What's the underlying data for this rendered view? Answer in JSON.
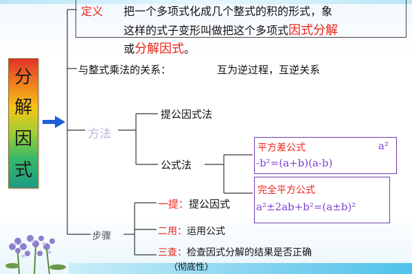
{
  "title_chars": [
    "分",
    "解",
    "因",
    "式"
  ],
  "definition": {
    "label": "定义",
    "line1": "把一个多项式化成几个整式的积的形式，象",
    "line2_prefix": "这样的式子变形叫做把这个多项式",
    "line2_red": "因式分解",
    "line3_prefix": "或",
    "line3_red": "分解因式",
    "line3_suffix": "。"
  },
  "relation": {
    "label": "与整式乘法的关系：",
    "value": "互为逆过程，互逆关系"
  },
  "method": {
    "label": "方法",
    "item1": "提公因式法",
    "item2": "公式法",
    "formula1": {
      "name": "平方差公式",
      "tail": "a²",
      "line2": "-b²=(a+b)(a-b)"
    },
    "formula2": {
      "name": "完全平方公式",
      "line2": "a²±2ab+b²=(a±b)²"
    }
  },
  "steps": {
    "label": "步骤",
    "s1_red": "一提：",
    "s1": "提公因式",
    "s2_red": "二用：",
    "s2": "运用公式",
    "s3_red": "三查：",
    "s3": "检查因式分解的结果是否正确",
    "s3_note": "（彻底性）"
  },
  "colors": {
    "red": "#e8251a",
    "purple": "#7a3fd1",
    "arrow": "#1f5fd6"
  },
  "icons": {
    "arrow": "right-arrow-icon",
    "flower": "flower-decoration-icon"
  }
}
